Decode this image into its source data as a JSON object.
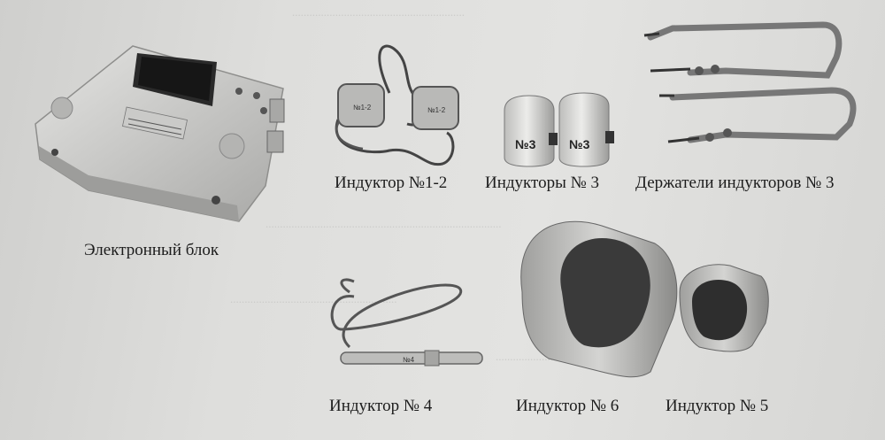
{
  "captions": {
    "electronic_block": "Электронный блок",
    "inductor_1_2": "Индуктор №1-2",
    "inductors_3": "Индукторы № 3",
    "holders_3": "Держатели индукторов № 3",
    "inductor_4": "Индуктор № 4",
    "inductor_6": "Индуктор № 6",
    "inductor_5": "Индуктор № 5"
  },
  "device_labels": {
    "pad_left": "№1-2",
    "pad_right": "№1-2",
    "cyl_left": "№3",
    "cyl_right": "№3",
    "probe": "№4"
  },
  "colors": {
    "ink": "#1c1c1c",
    "device_body": "#c9c9c7",
    "device_shadow": "#8e8e8c",
    "ring_inner": "#3a3a3a"
  }
}
